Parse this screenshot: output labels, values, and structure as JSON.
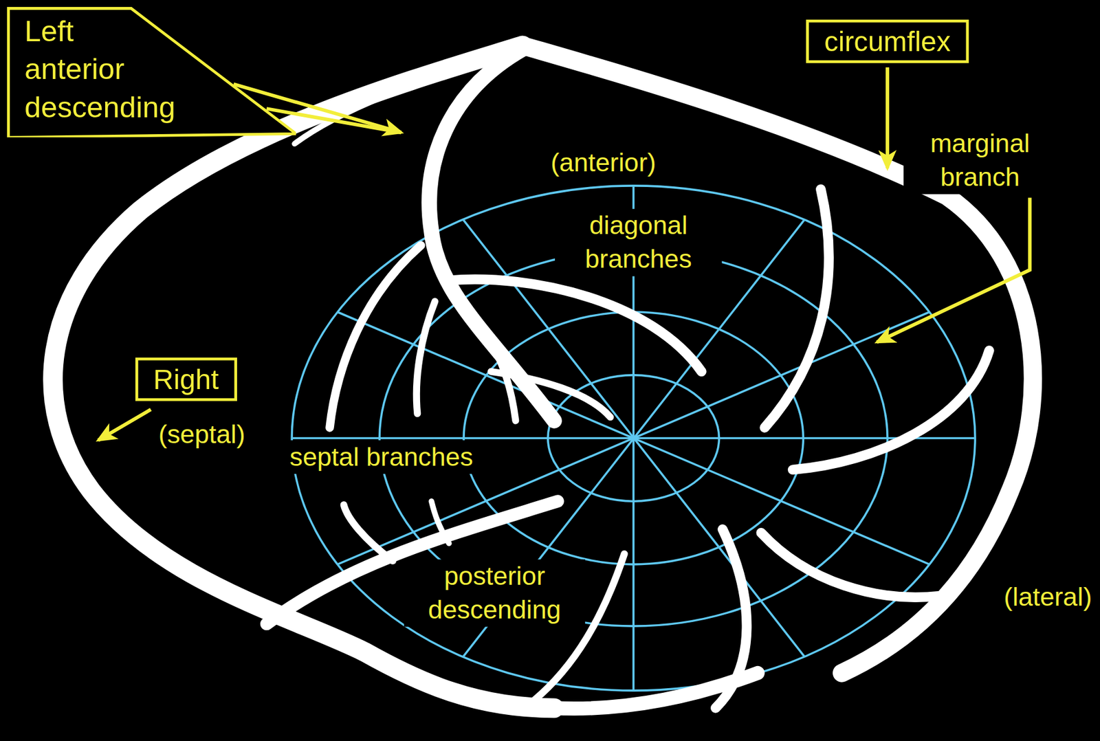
{
  "diagram": {
    "nodes": [
      {
        "text": [
          "Left anterior descending"
        ]
      },
      {
        "text": [
          "circumflex"
        ]
      },
      {
        "text": [
          "Right"
        ]
      }
    ],
    "labels": [
      "(anterior)",
      "diagonal branches",
      "marginal branch",
      "(septal)",
      "septal branches",
      "posterior descending",
      "(lateral)"
    ]
  }
}
